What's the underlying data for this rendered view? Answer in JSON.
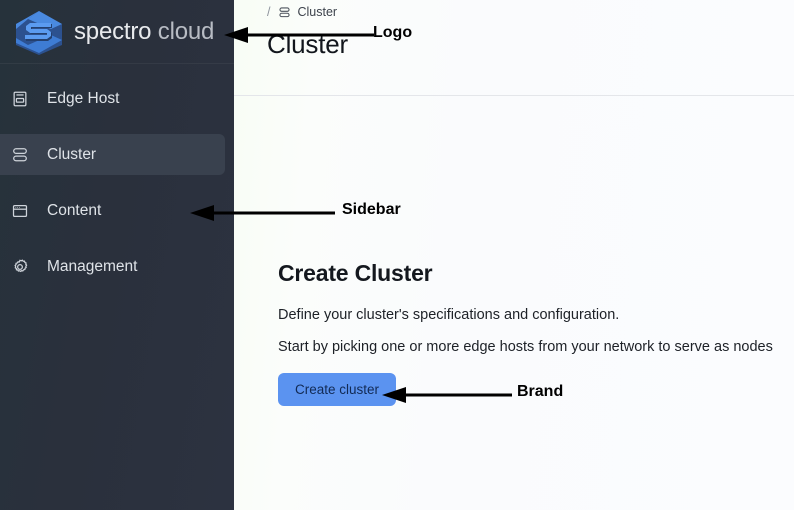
{
  "sidebar": {
    "brand": {
      "logo_icon": "spectro-cloud-hexagon-s-logo",
      "name_part1": "spectro",
      "name_part2": "cloud"
    },
    "items": [
      {
        "label": "Edge Host",
        "icon": "server-icon",
        "active": false
      },
      {
        "label": "Cluster",
        "icon": "cluster-icon",
        "active": true
      },
      {
        "label": "Content",
        "icon": "window-icon",
        "active": false
      },
      {
        "label": "Management",
        "icon": "gear-icon",
        "active": false
      }
    ]
  },
  "topbar": {
    "breadcrumb": {
      "separator": "/",
      "icon": "cluster-icon",
      "label": "Cluster"
    },
    "page_title": "Cluster"
  },
  "main": {
    "section_title": "Create Cluster",
    "paragraph_1": "Define your cluster's specifications and configuration.",
    "paragraph_2": "Start by picking one or more edge hosts from your network to serve as nodes",
    "create_button": "Create cluster"
  },
  "annotations": [
    {
      "id": "logo",
      "label": "Logo"
    },
    {
      "id": "sidebar",
      "label": "Sidebar"
    },
    {
      "id": "brand",
      "label": "Brand"
    }
  ],
  "colors": {
    "sidebar_bg": "#2a303c",
    "sidebar_active": "#39414e",
    "accent_button": "#5b93f0",
    "logo_blue": "#4a8ae0",
    "main_bg": "#fbfcfe"
  }
}
